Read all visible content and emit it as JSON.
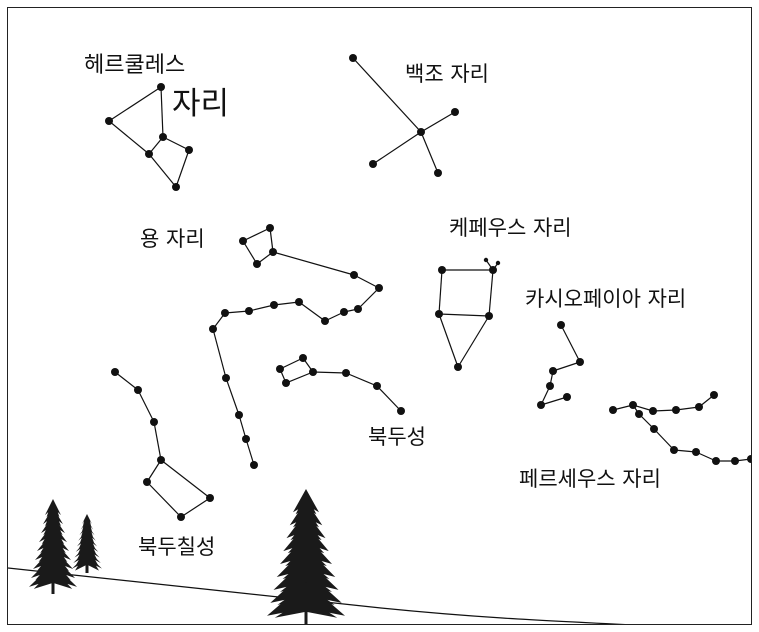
{
  "labels": {
    "hercules_1": "헤르쿨레스",
    "hercules_2": "자리",
    "cygnus": "백조 자리",
    "draco": "용 자리",
    "cepheus": "케페우스 자리",
    "cassiopeia": "카시오페이아 자리",
    "little_dipper": "북두성",
    "big_dipper": "북두칠성",
    "perseus": "페르세우스 자리"
  },
  "colors": {
    "ink": "#111111",
    "tree": "#1a1a1a",
    "background": "#ffffff"
  }
}
